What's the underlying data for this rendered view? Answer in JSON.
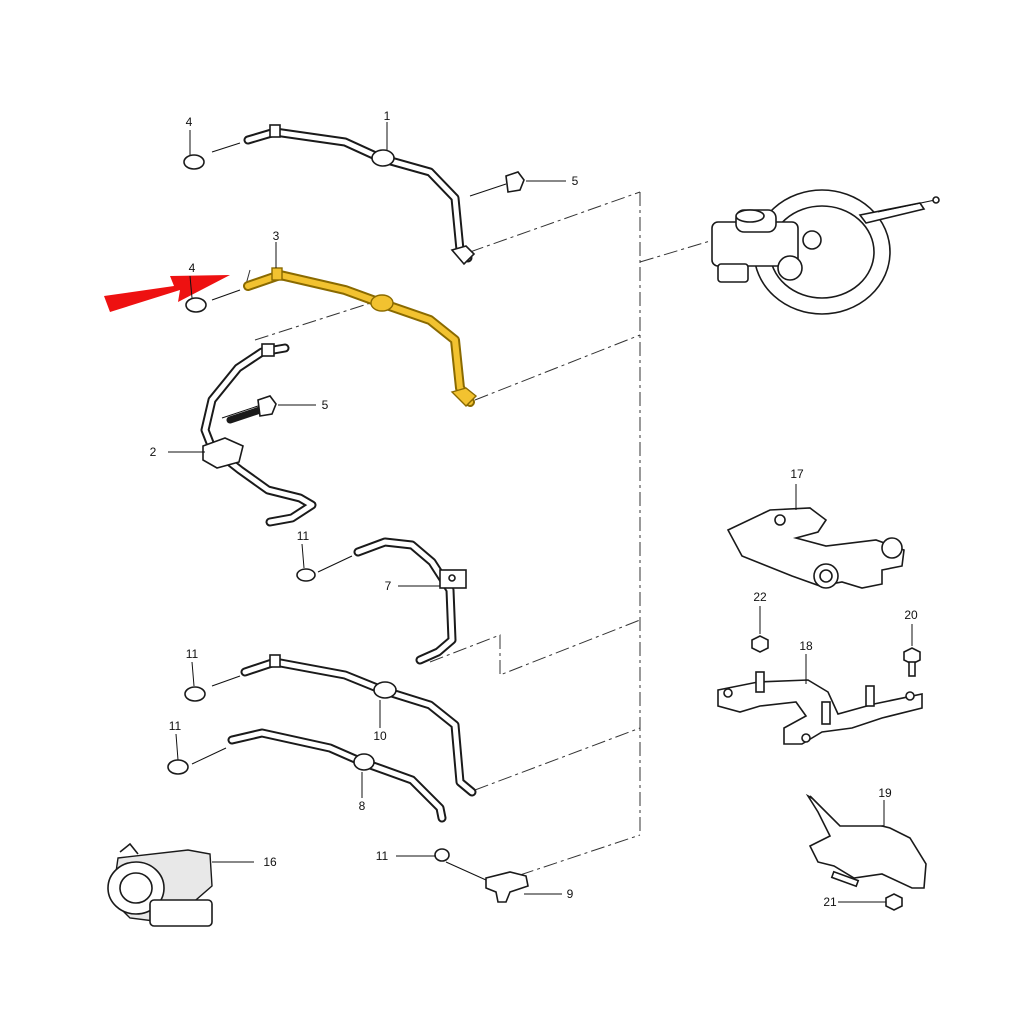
{
  "callouts": {
    "p1": "1",
    "p2": "2",
    "p3": "3",
    "p4a": "4",
    "p4b": "4",
    "p5a": "5",
    "p5b": "5",
    "p7": "7",
    "p8": "8",
    "p9": "9",
    "p10": "10",
    "p11a": "11",
    "p11b": "11",
    "p11c": "11",
    "p11d": "11",
    "p16": "16",
    "p17": "17",
    "p18": "18",
    "p19": "19",
    "p20": "20",
    "p21": "21",
    "p22": "22"
  },
  "colors": {
    "highlight": "#f2c230",
    "highlight_stroke": "#8a6a00",
    "arrow": "#ee1111",
    "line": "#1a1a1a"
  }
}
